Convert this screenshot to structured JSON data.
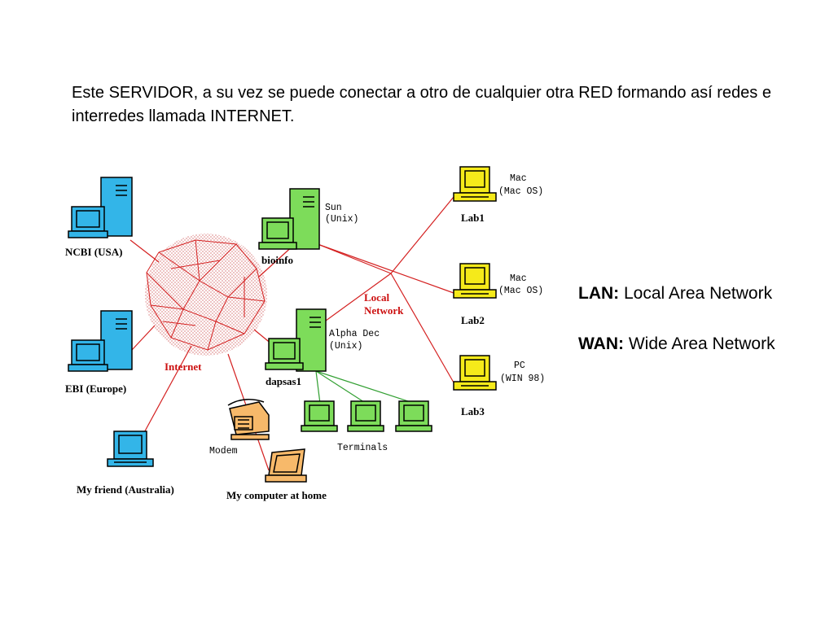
{
  "intro_text": "Este SERVIDOR, a su vez se puede conectar a otro de cualquier otra RED formando así redes e interredes llamada INTERNET.",
  "definitions": [
    {
      "term": "LAN:",
      "meaning": "Local Area Network"
    },
    {
      "term": "WAN:",
      "meaning": "Wide Area Network"
    }
  ],
  "diagram": {
    "internet_label": "Internet",
    "local_network_label": [
      "Local",
      "Network"
    ],
    "nodes": {
      "ncbi": "NCBI (USA)",
      "ebi": "EBI (Europe)",
      "friend": "My friend (Australia)",
      "home": "My computer at home",
      "modem": "Modem",
      "bioinfo": "bioinfo",
      "bioinfo_os": [
        "Sun",
        "(Unix)"
      ],
      "dapsas1": "dapsas1",
      "dapsas1_os": [
        "Alpha Dec",
        "(Unix)"
      ],
      "terminals": "Terminals",
      "lab1": "Lab1",
      "lab1_os": [
        "Mac",
        "(Mac OS)"
      ],
      "lab2": "Lab2",
      "lab2_os": [
        "Mac",
        "(Mac OS)"
      ],
      "lab3": "Lab3",
      "lab3_os": [
        "PC",
        "(WIN 98)"
      ]
    }
  },
  "colors": {
    "link": "#d42020",
    "blue_computer": "#33b5e8",
    "green_computer": "#7ddc5a",
    "yellow_computer": "#f5ea1a",
    "orange_computer": "#f7b96a",
    "internet_cloud": "#f3c8c8"
  }
}
